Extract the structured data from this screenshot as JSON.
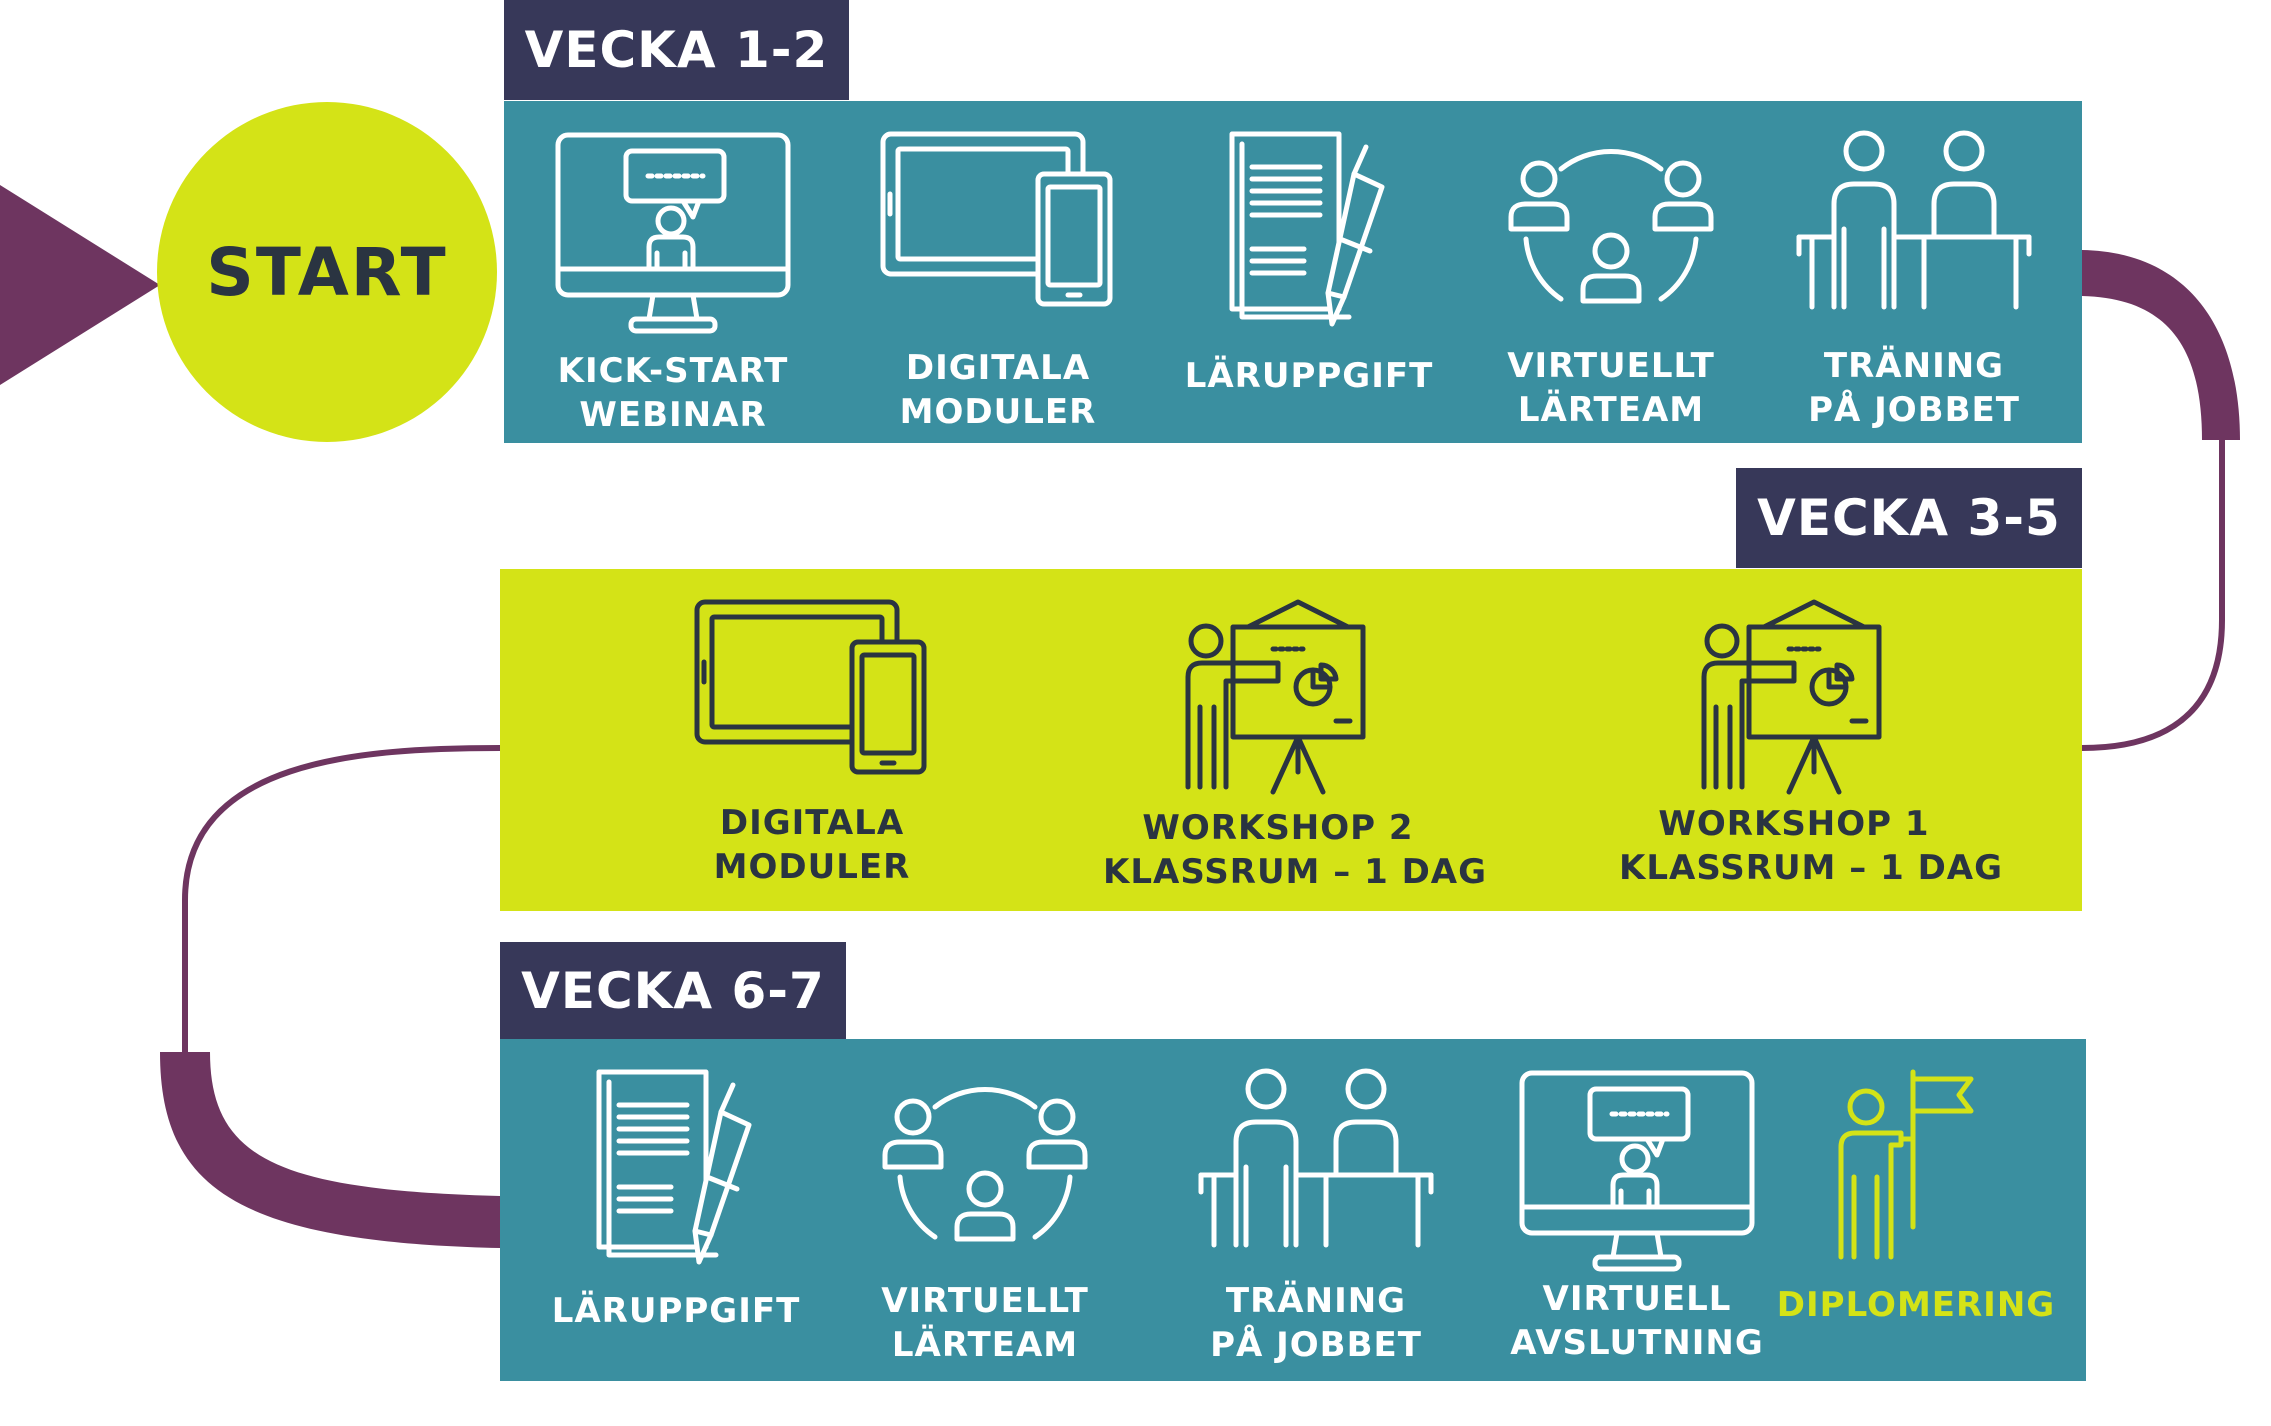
{
  "start": {
    "label": "START"
  },
  "weeks": [
    {
      "tab": "VECKA 1-2",
      "items": [
        {
          "icon": "webinar-monitor-icon",
          "line1": "KICK-START",
          "line2": "WEBINAR"
        },
        {
          "icon": "tablet-phone-icon",
          "line1": "DIGITALA",
          "line2": "MODULER"
        },
        {
          "icon": "document-pen-icon",
          "line1": "LÄRUPPGIFT",
          "line2": ""
        },
        {
          "icon": "team-circle-icon",
          "line1": "VIRTUELLT",
          "line2": "LÄRTEAM"
        },
        {
          "icon": "desk-workers-icon",
          "line1": "TRÄNING",
          "line2": "PÅ JOBBET"
        }
      ]
    },
    {
      "tab": "VECKA 3-5",
      "items": [
        {
          "icon": "tablet-phone-icon",
          "line1": "DIGITALA",
          "line2": "MODULER"
        },
        {
          "icon": "presenter-easel-icon",
          "line1": "WORKSHOP 2",
          "line2": "KLASSRUM – 1 DAG"
        },
        {
          "icon": "presenter-easel-icon",
          "line1": "WORKSHOP 1",
          "line2": "KLASSRUM – 1 DAG"
        }
      ]
    },
    {
      "tab": "VECKA 6-7",
      "items": [
        {
          "icon": "document-pen-icon",
          "line1": "LÄRUPPGIFT",
          "line2": ""
        },
        {
          "icon": "team-circle-icon",
          "line1": "VIRTUELLT",
          "line2": "LÄRTEAM"
        },
        {
          "icon": "desk-workers-icon",
          "line1": "TRÄNING",
          "line2": "PÅ JOBBET"
        },
        {
          "icon": "webinar-monitor-icon",
          "line1": "VIRTUELL",
          "line2": "AVSLUTNING"
        },
        {
          "icon": "person-flag-icon",
          "line1": "DIPLOMERING",
          "line2": ""
        }
      ]
    }
  ],
  "colors": {
    "teal": "#3a8fa0",
    "lime": "#d4e317",
    "navy": "#373859",
    "plum": "#6e3560",
    "dark_text": "#2a3441",
    "white": "#ffffff"
  }
}
